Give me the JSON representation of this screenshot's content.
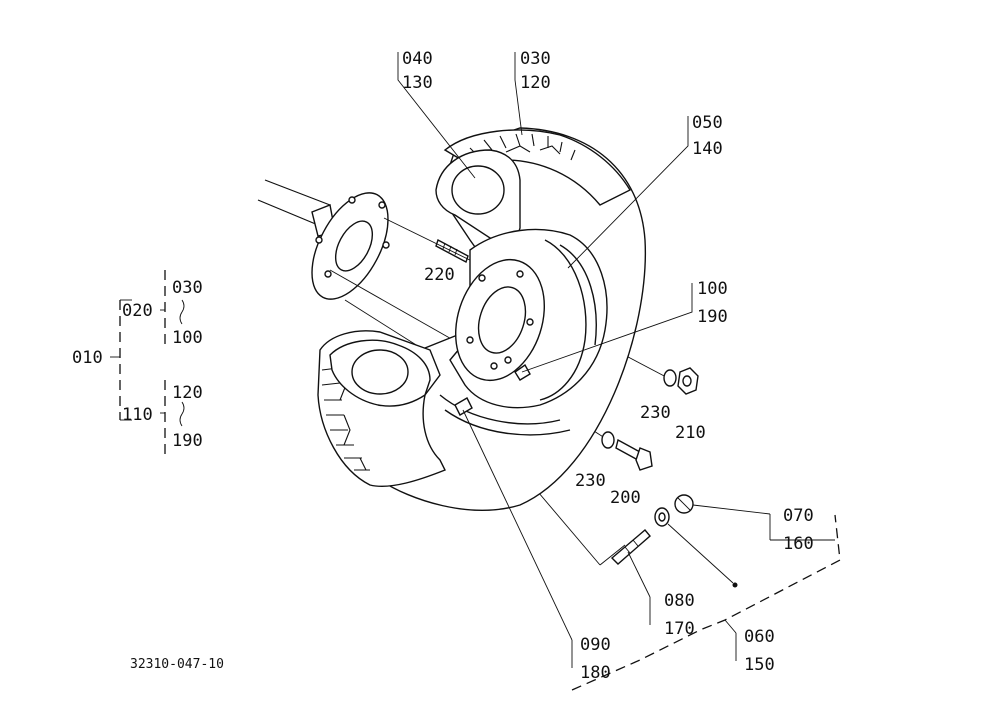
{
  "drawing_number": "32310-047-10",
  "callouts": {
    "c040_130": {
      "top": "040",
      "bottom": "130"
    },
    "c030_120": {
      "top": "030",
      "bottom": "120"
    },
    "c050_140": {
      "top": "050",
      "bottom": "140"
    },
    "c100_190": {
      "top": "100",
      "bottom": "190"
    },
    "c070_160": {
      "top": "070",
      "bottom": "160"
    },
    "c080_170": {
      "top": "080",
      "bottom": "170"
    },
    "c060_150": {
      "top": "060",
      "bottom": "150"
    },
    "c090_180": {
      "top": "090",
      "bottom": "180"
    }
  },
  "single_labels": {
    "l220": "220",
    "l230a": "230",
    "l210": "210",
    "l230b": "230",
    "l200": "200"
  },
  "assembly_tree": {
    "root": "010",
    "group_a": {
      "code": "020",
      "range_from": "030",
      "range_to": "100"
    },
    "group_b": {
      "code": "110",
      "range_from": "120",
      "range_to": "190"
    }
  }
}
